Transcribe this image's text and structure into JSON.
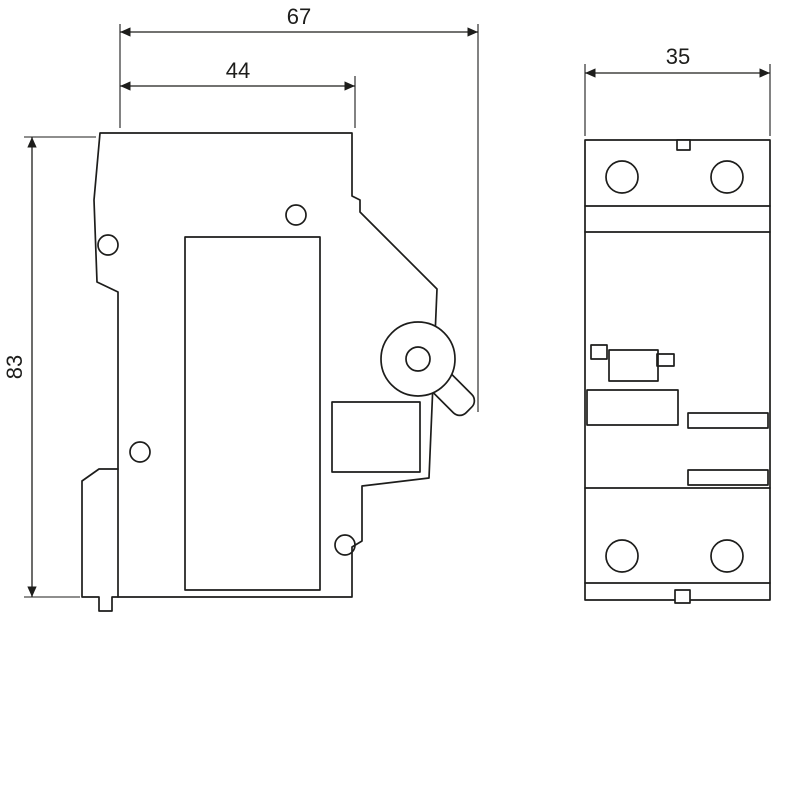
{
  "page": {
    "background": "#ffffff",
    "line_color": "#1d1d1b",
    "description": "technical-dimension-drawing-circuit-breaker"
  },
  "dimensions": {
    "overall_depth": "67",
    "body_depth": "44",
    "height": "83",
    "width": "35"
  }
}
